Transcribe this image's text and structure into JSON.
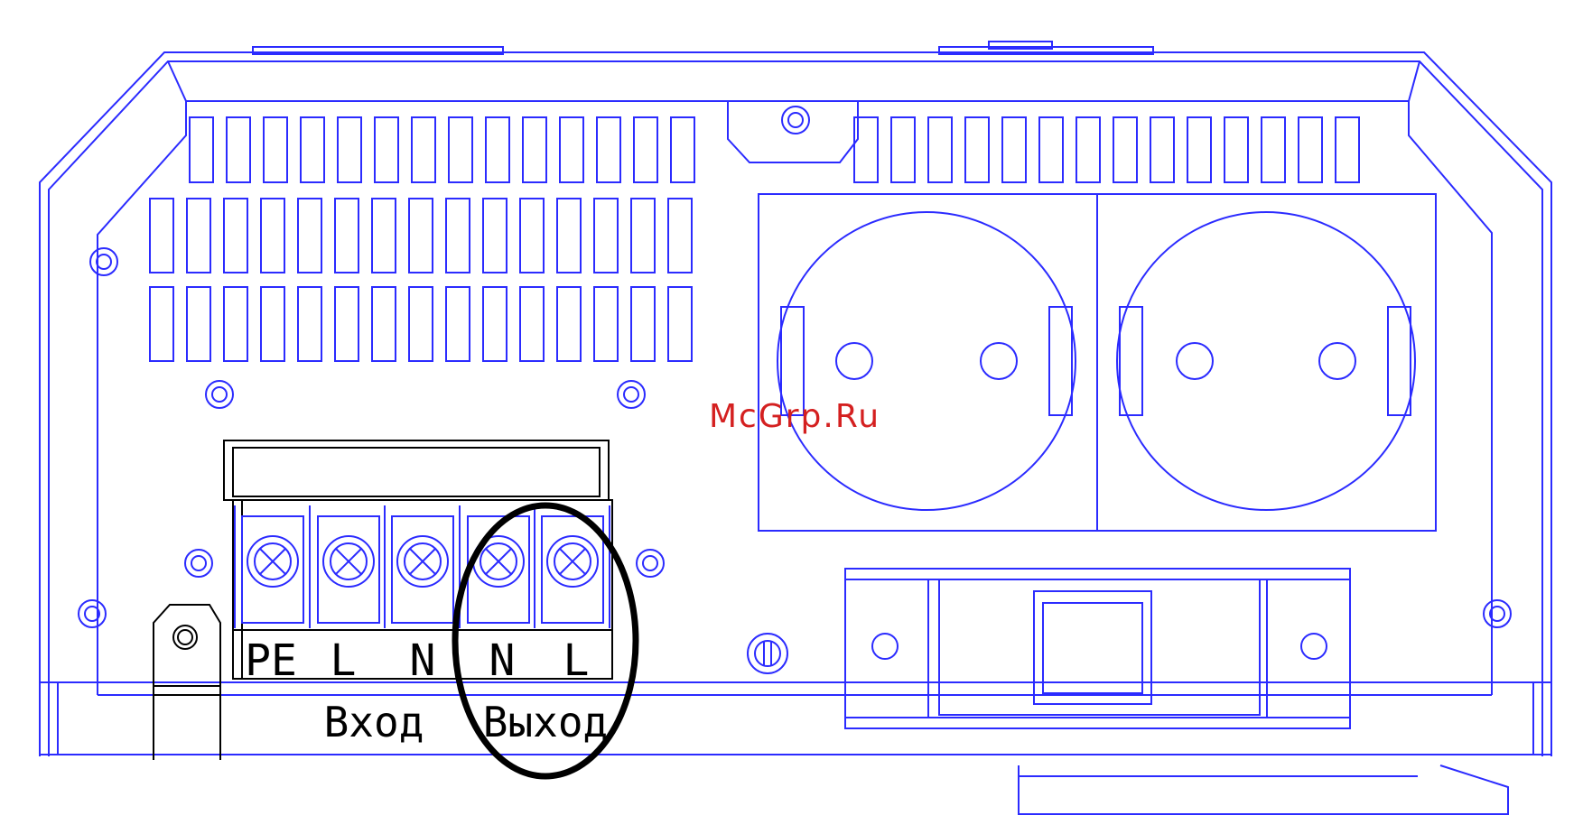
{
  "watermark": "McGrp.Ru",
  "terminal_labels": [
    "PE",
    "L",
    "N",
    "N",
    "L"
  ],
  "group_labels": {
    "input": "Вход",
    "output": "Выход"
  },
  "colors": {
    "outline": "#2b2bff",
    "drawing": "#000000",
    "watermark": "#d42020",
    "highlight": "#000000"
  }
}
